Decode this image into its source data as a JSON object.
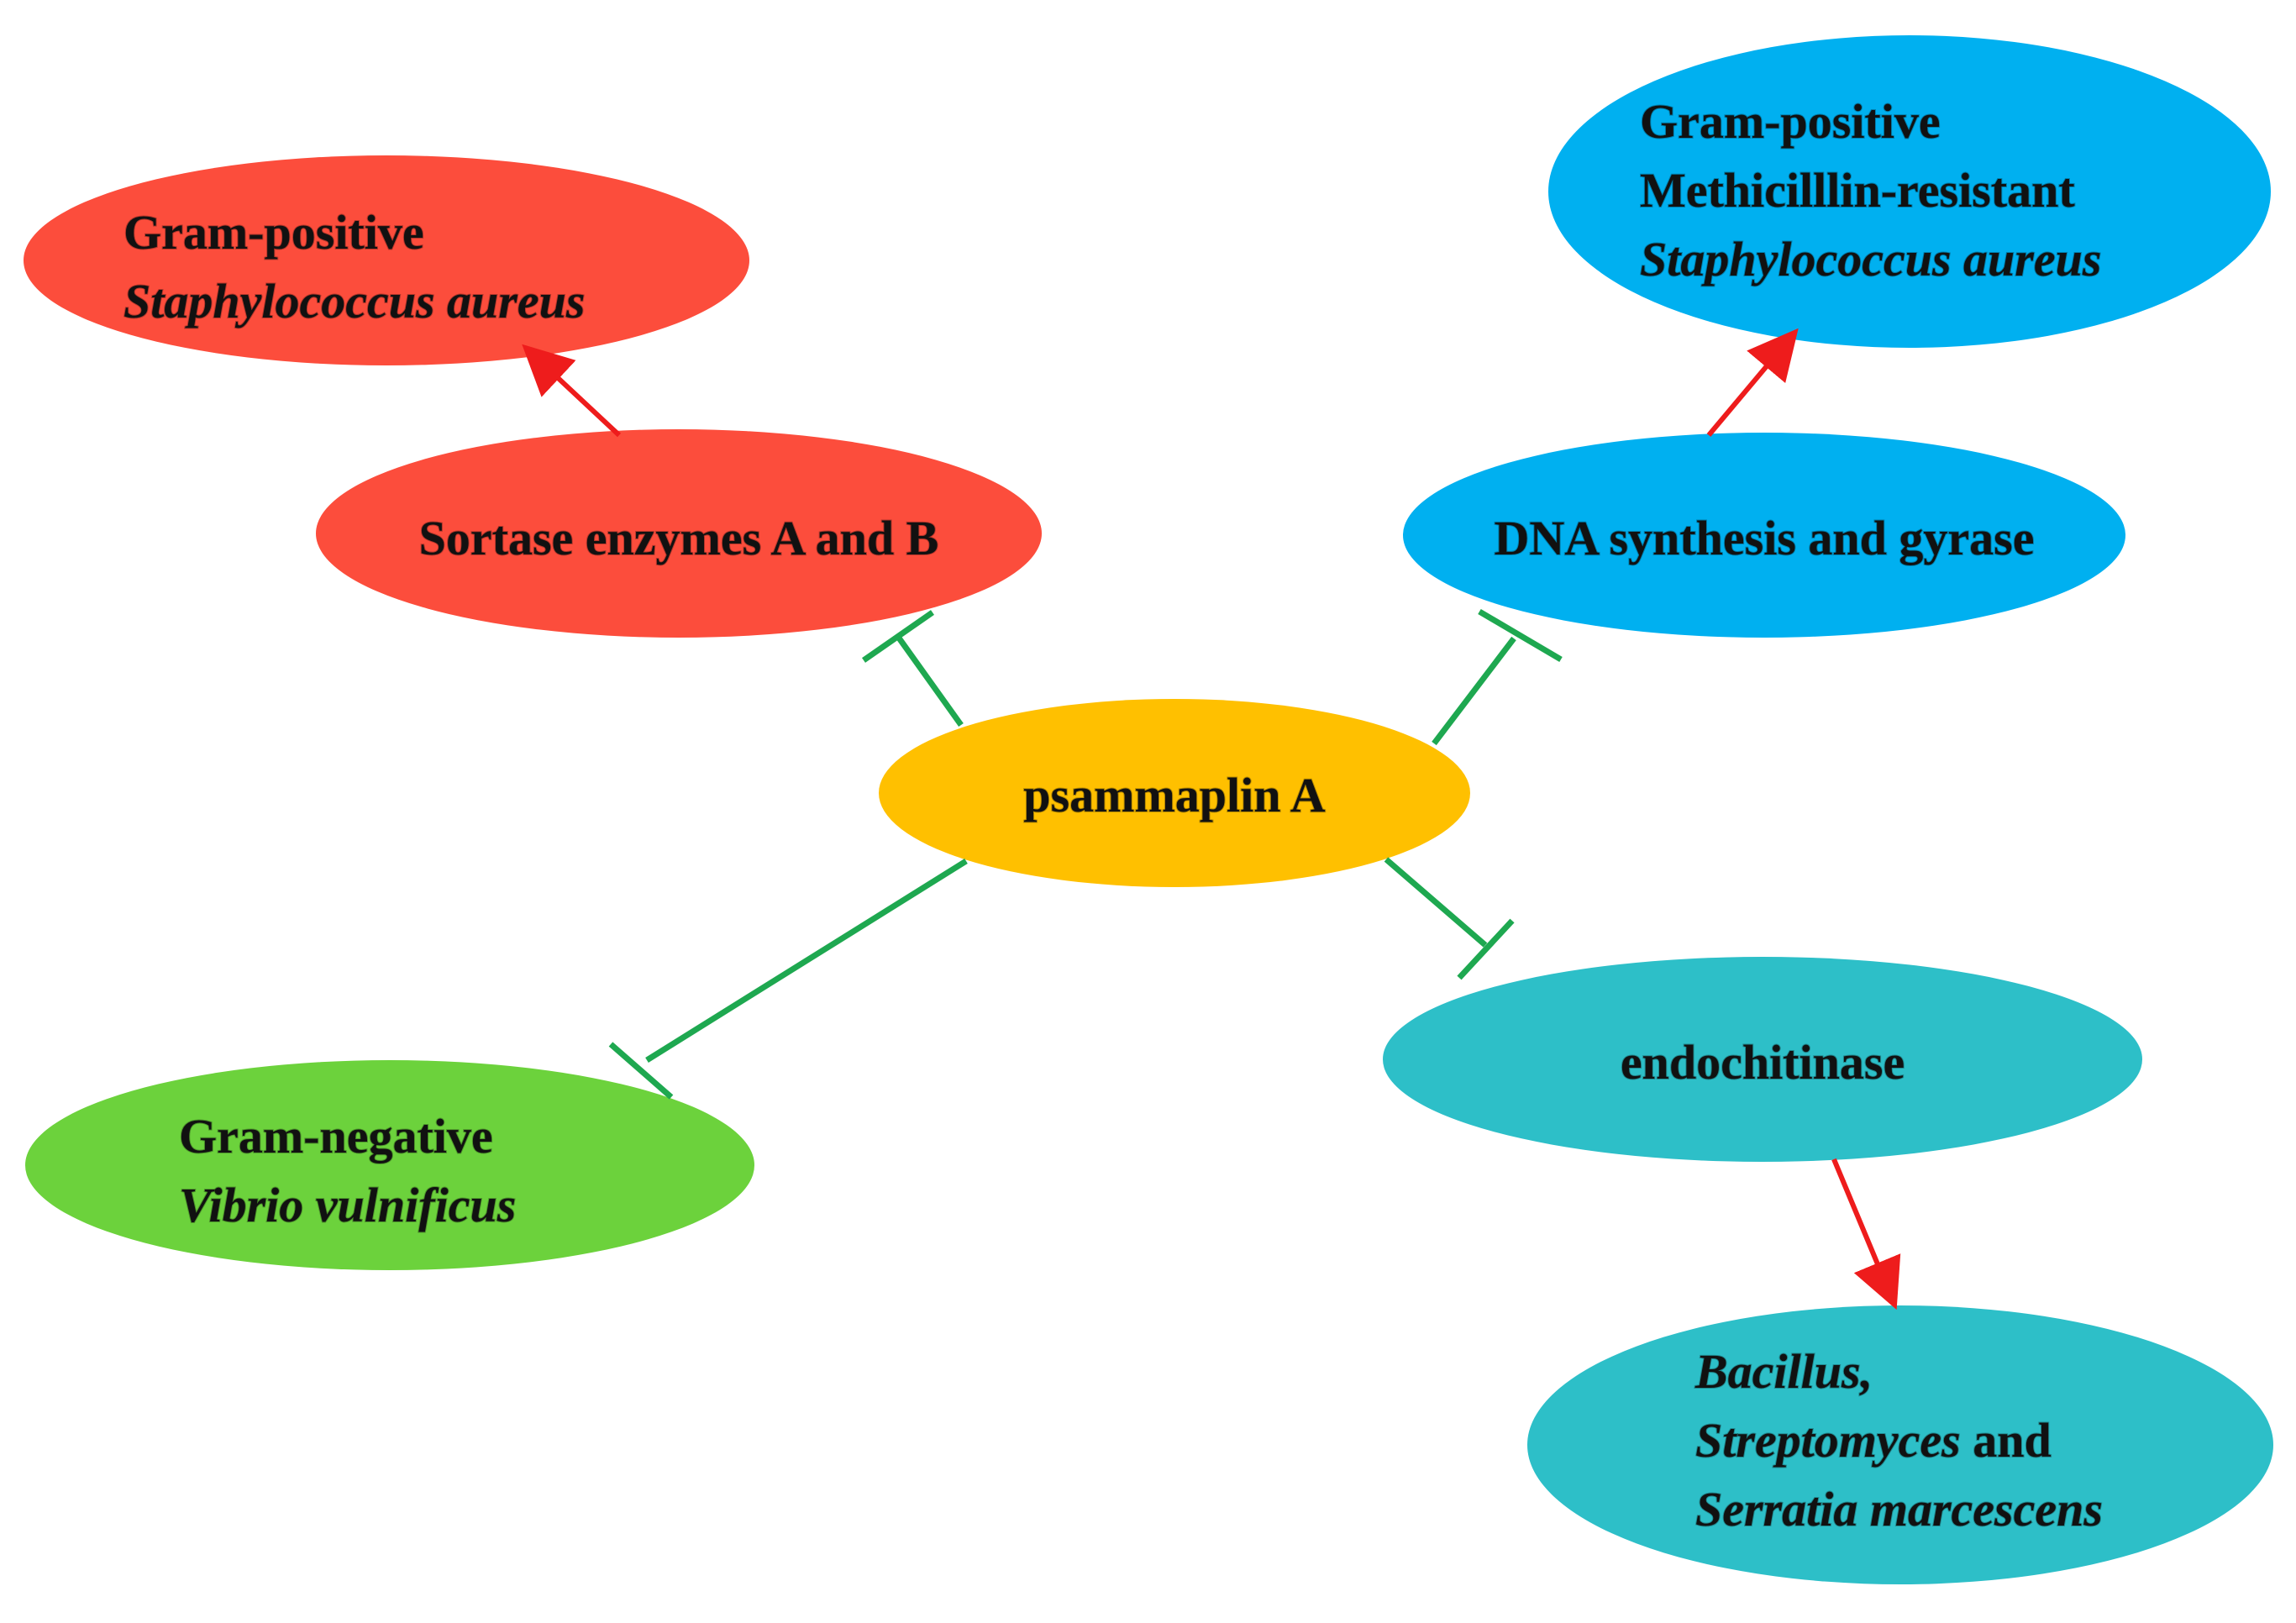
{
  "colors": {
    "red_node": "#fc4d3c",
    "blue_node": "#00b0f0",
    "teal_node": "#2dbfc8",
    "green_node": "#6cd23c",
    "center_node": "#ffc000",
    "inhibit_line": "#1ea850",
    "activate_arrow": "#ee1c1c"
  },
  "nodes": {
    "center": {
      "label": "psammaplin A"
    },
    "sortase": {
      "label": "Sortase enzymes A and B"
    },
    "sa": {
      "line1": "Gram-positive",
      "line2": "Staphylococcus aureus"
    },
    "dna": {
      "label": "DNA synthesis and gyrase"
    },
    "mrsa": {
      "line1": "Gram-positive",
      "line2": "Methicilllin-resistant",
      "line3": "Staphylococcus aureus"
    },
    "vibrio": {
      "line1": "Gram-negative",
      "line2": "Vibrio vulnificus"
    },
    "endo": {
      "label": "endochitinase"
    },
    "bact": {
      "line1": "Bacillus,",
      "line2a": "Streptomyces",
      "line2b": " and",
      "line3": "Serratia marcescens"
    }
  },
  "edges": [
    {
      "from": "psammaplin A",
      "to": "Sortase enzymes A and B",
      "type": "inhibition"
    },
    {
      "from": "psammaplin A",
      "to": "DNA synthesis and gyrase",
      "type": "inhibition"
    },
    {
      "from": "psammaplin A",
      "to": "Gram-negative Vibrio vulnificus",
      "type": "inhibition"
    },
    {
      "from": "psammaplin A",
      "to": "endochitinase",
      "type": "inhibition"
    },
    {
      "from": "Sortase enzymes A and B",
      "to": "Gram-positive Staphylococcus aureus",
      "type": "activation"
    },
    {
      "from": "DNA synthesis and gyrase",
      "to": "Gram-positive Methicilllin-resistant Staphylococcus aureus",
      "type": "activation"
    },
    {
      "from": "endochitinase",
      "to": "Bacillus, Streptomyces and Serratia marcescens",
      "type": "activation"
    }
  ]
}
